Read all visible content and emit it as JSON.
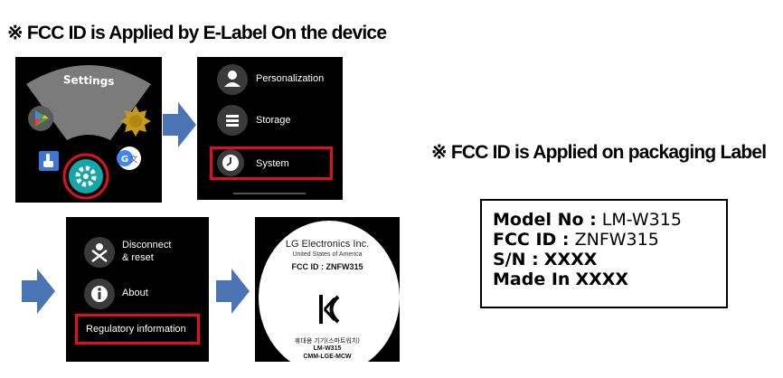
{
  "headings": {
    "device": "※ FCC ID is Applied by E-Label On the device",
    "packaging": "※ FCC ID is Applied on packaging Label"
  },
  "panel1": {
    "settings_label": "Settings",
    "icons": [
      "play-store-icon",
      "gear-sunburst-icon",
      "touch-hand-icon",
      "settings-gear-icon",
      "translate-icon"
    ]
  },
  "panel2": {
    "items": [
      {
        "label": "Personalization",
        "icon": "person-icon"
      },
      {
        "label": "Storage",
        "icon": "list-icon"
      },
      {
        "label": "System",
        "icon": "clock-icon"
      }
    ]
  },
  "panel3": {
    "items": [
      {
        "label_line1": "Disconnect",
        "label_line2": "& reset",
        "icon": "disconnect-icon"
      },
      {
        "label": "About",
        "icon": "info-icon"
      },
      {
        "label": "Regulatory information"
      }
    ]
  },
  "panel4": {
    "company": "LG Electronics Inc.",
    "country": "United States of America",
    "fcc_line": "FCC ID : ZNFW315",
    "kc_mark": "KC",
    "korean": "휴대용 기기(스마트워치)",
    "model": "LM-W315",
    "cert": "CMM-LGE-MCW"
  },
  "label_box": {
    "model_key": "Model No :",
    "model_val": "LM-W315",
    "fcc_key": "FCC ID :",
    "fcc_val": "ZNFW315",
    "sn_key": "S/N :",
    "sn_val": "XXXX",
    "made_key": "Made In",
    "made_val": "XXXX"
  },
  "colors": {
    "arrow": "#4a74b4",
    "highlight": "#e01020",
    "panel_bg": "#000000",
    "fan_bg": "#7b7b7b"
  }
}
